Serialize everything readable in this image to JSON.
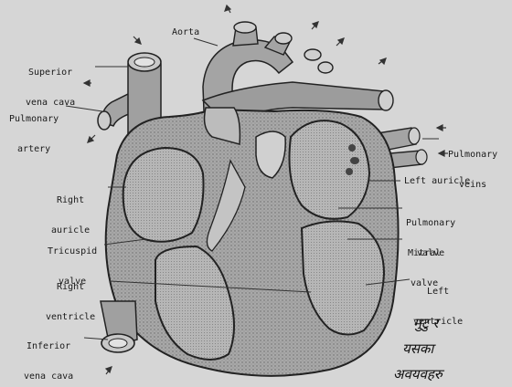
{
  "labels": {
    "superior_vena_cava": [
      "Superior",
      "vena cava"
    ],
    "aorta": "Aorta",
    "pulmonary_artery": [
      "Pulmonary",
      "artery"
    ],
    "pulmonary_veins": [
      "Pulmonary",
      "veins"
    ],
    "right_auricle": [
      "Right",
      "auricle"
    ],
    "left_auricle": "Left auricle",
    "pulmonary_valve": [
      "Pulmonary",
      "valve"
    ],
    "tricuspid_valve": [
      "Tricuspid",
      "valve"
    ],
    "mitral_valve": [
      "Mitral",
      "valve"
    ],
    "right_ventricle": [
      "Right",
      "ventricle"
    ],
    "left_ventricle": [
      "Left",
      "ventricle"
    ],
    "inferior_vena_cava": [
      "Inferior",
      "vena cava"
    ]
  },
  "caption": [
    "मुटु र",
    "यसका",
    "अवयवहरु"
  ],
  "colors": {
    "background": "#d6d6d6",
    "tissue": "#9c9c9c",
    "chamber": "#bdbdbd",
    "outline": "#222222"
  }
}
